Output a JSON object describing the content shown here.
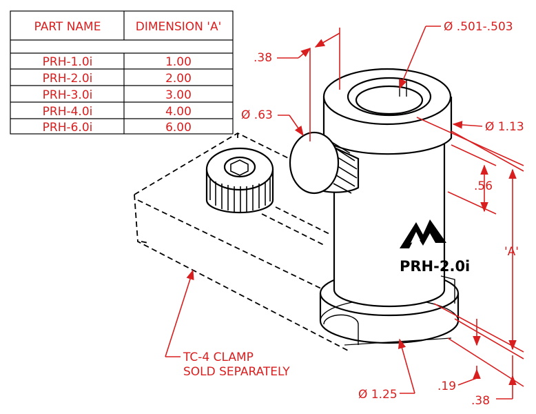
{
  "table": {
    "headers": [
      "PART NAME",
      "DIMENSION 'A'"
    ],
    "rows": [
      {
        "part": "PRH-1.0i",
        "dim": "1.00"
      },
      {
        "part": "PRH-2.0i",
        "dim": "2.00"
      },
      {
        "part": "PRH-3.0i",
        "dim": "3.00"
      },
      {
        "part": "PRH-4.0i",
        "dim": "4.00"
      },
      {
        "part": "PRH-6.0i",
        "dim": "6.00"
      }
    ]
  },
  "dimensions": {
    "bore": "Ø .501-.503",
    "outer_diameter": "Ø 1.13",
    "knob": "Ø .63",
    "offset_top": ".38",
    "knob_height": ".56",
    "height_a": "'A'",
    "base_diameter": "Ø 1.25",
    "base_height": ".19",
    "offset_bottom": ".38"
  },
  "callout": {
    "line1": "TC-4 CLAMP",
    "line2": "SOLD SEPARATELY"
  },
  "product_label": "PRH-2.0i"
}
